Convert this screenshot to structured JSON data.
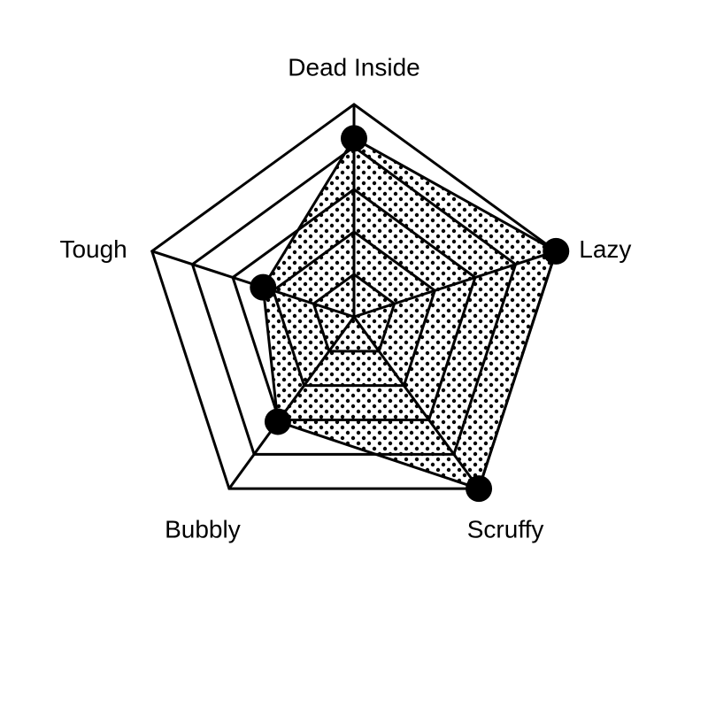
{
  "chart_data": {
    "type": "radar",
    "title": "",
    "axes": [
      "Dead Inside",
      "Lazy",
      "Scruffy",
      "Bubbly",
      "Tough"
    ],
    "values": [
      0.84,
      1.0,
      1.0,
      0.61,
      0.45
    ],
    "range": [
      0,
      1
    ],
    "rings": 5,
    "grid": true,
    "fill_pattern": "dots",
    "colors": {
      "stroke": "#000000",
      "background": "#ffffff",
      "marker": "#000000"
    }
  }
}
